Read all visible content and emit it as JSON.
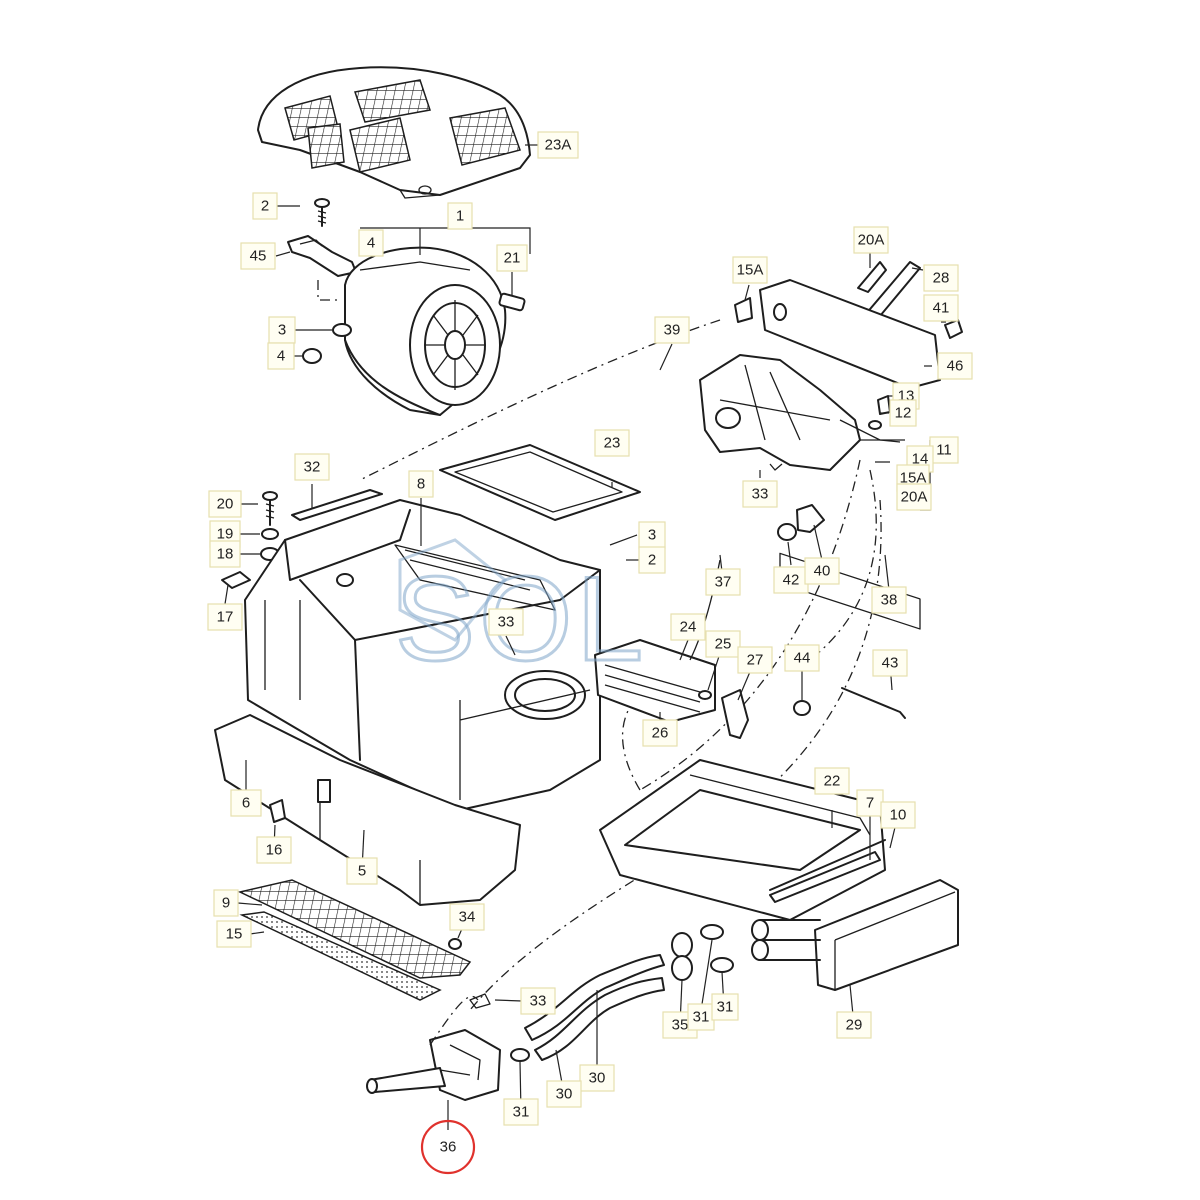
{
  "watermark": {
    "text": "SOL"
  },
  "highlight": {
    "color": "#e0322d",
    "part": "36"
  },
  "callouts": [
    {
      "id": "c-23a",
      "label": "23A"
    },
    {
      "id": "c-2a",
      "label": "2"
    },
    {
      "id": "c-1",
      "label": "1"
    },
    {
      "id": "c-4a",
      "label": "4"
    },
    {
      "id": "c-45",
      "label": "45"
    },
    {
      "id": "c-21",
      "label": "21"
    },
    {
      "id": "c-3a",
      "label": "3"
    },
    {
      "id": "c-4b",
      "label": "4"
    },
    {
      "id": "c-20a",
      "label": "20A"
    },
    {
      "id": "c-28",
      "label": "28"
    },
    {
      "id": "c-15a",
      "label": "15A"
    },
    {
      "id": "c-41",
      "label": "41"
    },
    {
      "id": "c-39",
      "label": "39"
    },
    {
      "id": "c-46",
      "label": "46"
    },
    {
      "id": "c-13",
      "label": "13"
    },
    {
      "id": "c-12",
      "label": "12"
    },
    {
      "id": "c-11",
      "label": "11"
    },
    {
      "id": "c-14",
      "label": "14"
    },
    {
      "id": "c-15a2",
      "label": "15A"
    },
    {
      "id": "c-20a2",
      "label": "20A"
    },
    {
      "id": "c-23",
      "label": "23"
    },
    {
      "id": "c-32",
      "label": "32"
    },
    {
      "id": "c-33a",
      "label": "33"
    },
    {
      "id": "c-8",
      "label": "8"
    },
    {
      "id": "c-20",
      "label": "20"
    },
    {
      "id": "c-19",
      "label": "19"
    },
    {
      "id": "c-18",
      "label": "18"
    },
    {
      "id": "c-17",
      "label": "17"
    },
    {
      "id": "c-3b",
      "label": "3"
    },
    {
      "id": "c-2b",
      "label": "2"
    },
    {
      "id": "c-42",
      "label": "42"
    },
    {
      "id": "c-40",
      "label": "40"
    },
    {
      "id": "c-37",
      "label": "37"
    },
    {
      "id": "c-38",
      "label": "38"
    },
    {
      "id": "c-33b",
      "label": "33"
    },
    {
      "id": "c-24",
      "label": "24"
    },
    {
      "id": "c-25",
      "label": "25"
    },
    {
      "id": "c-27",
      "label": "27"
    },
    {
      "id": "c-44",
      "label": "44"
    },
    {
      "id": "c-43",
      "label": "43"
    },
    {
      "id": "c-26",
      "label": "26"
    },
    {
      "id": "c-6",
      "label": "6"
    },
    {
      "id": "c-22",
      "label": "22"
    },
    {
      "id": "c-7",
      "label": "7"
    },
    {
      "id": "c-10",
      "label": "10"
    },
    {
      "id": "c-16",
      "label": "16"
    },
    {
      "id": "c-5",
      "label": "5"
    },
    {
      "id": "c-9",
      "label": "9"
    },
    {
      "id": "c-34",
      "label": "34"
    },
    {
      "id": "c-15",
      "label": "15"
    },
    {
      "id": "c-33c",
      "label": "33"
    },
    {
      "id": "c-35",
      "label": "35"
    },
    {
      "id": "c-31a",
      "label": "31"
    },
    {
      "id": "c-31b",
      "label": "31"
    },
    {
      "id": "c-29",
      "label": "29"
    },
    {
      "id": "c-30a",
      "label": "30"
    },
    {
      "id": "c-30b",
      "label": "30"
    },
    {
      "id": "c-31c",
      "label": "31"
    },
    {
      "id": "c-36",
      "label": "36"
    }
  ]
}
